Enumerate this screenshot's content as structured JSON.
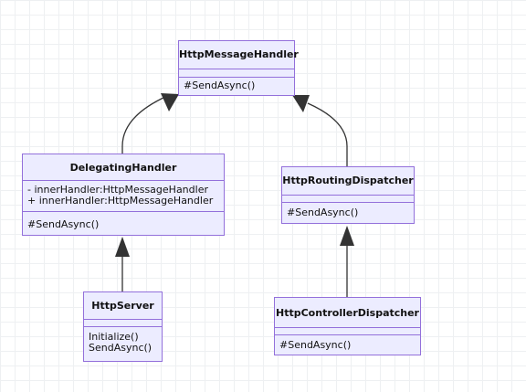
{
  "classes": {
    "http_message_handler": {
      "name": "HttpMessageHandler",
      "attributes": [],
      "methods": [
        "#SendAsync()"
      ]
    },
    "delegating_handler": {
      "name": "DelegatingHandler",
      "attributes": [
        "- innerHandler:HttpMessageHandler",
        "+ innerHandler:HttpMessageHandler"
      ],
      "methods": [
        "#SendAsync()"
      ]
    },
    "http_routing_dispatcher": {
      "name": "HttpRoutingDispatcher",
      "attributes": [],
      "methods": [
        "#SendAsync()"
      ]
    },
    "http_server": {
      "name": "HttpServer",
      "attributes": [],
      "methods": [
        "Initialize()",
        "SendAsync()"
      ]
    },
    "http_controller_dispatcher": {
      "name": "HttpControllerDispatcher",
      "attributes": [],
      "methods": [
        "#SendAsync()"
      ]
    }
  },
  "relations": [
    {
      "from": "DelegatingHandler",
      "to": "HttpMessageHandler",
      "type": "inheritance"
    },
    {
      "from": "HttpRoutingDispatcher",
      "to": "HttpMessageHandler",
      "type": "inheritance"
    },
    {
      "from": "HttpServer",
      "to": "DelegatingHandler",
      "type": "inheritance"
    },
    {
      "from": "HttpControllerDispatcher",
      "to": "HttpRoutingDispatcher",
      "type": "inheritance"
    }
  ],
  "colors": {
    "box_fill": "#ececff",
    "box_border": "#9370db",
    "edge": "#333333",
    "grid": "#eef0f2"
  }
}
